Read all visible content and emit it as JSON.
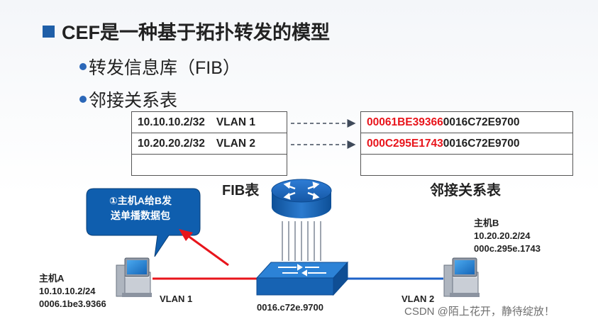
{
  "title": "CEF是一种基于拓扑转发的模型",
  "bullets": [
    "转发信息库（FIB）",
    "邻接关系表"
  ],
  "fib": {
    "rows": [
      {
        "prefix": "10.10.10.2/32",
        "vlan": "VLAN 1"
      },
      {
        "prefix": "10.20.20.2/32",
        "vlan": "VLAN 2"
      }
    ],
    "caption": "FIB表"
  },
  "adjacency": {
    "rows": [
      {
        "dst_mac": "00061BE39366",
        "src_mac": "0016C72E9700"
      },
      {
        "dst_mac": "000C295E1743",
        "src_mac": "0016C72E9700"
      }
    ],
    "caption": "邻接关系表"
  },
  "callout": {
    "line1": "①主机A给B发",
    "line2": "送单播数据包"
  },
  "hostA": {
    "name": "主机A",
    "ip": "10.10.10.2/24",
    "mac": "0006.1be3.9366"
  },
  "hostB": {
    "name": "主机B",
    "ip": "10.20.20.2/24",
    "mac": "000c.295e.1743"
  },
  "links": {
    "vlan1": "VLAN 1",
    "vlan2": "VLAN 2"
  },
  "switch": {
    "mac": "0016.c72e.9700"
  },
  "watermark": "CSDN @陌上花开，静待绽放！",
  "colors": {
    "accent": "#1f5fa8",
    "highlight": "#e8141b",
    "vlan1_link": "#e8141b",
    "vlan2_link": "#1e62c8",
    "callout_bg": "#0f5eae"
  }
}
